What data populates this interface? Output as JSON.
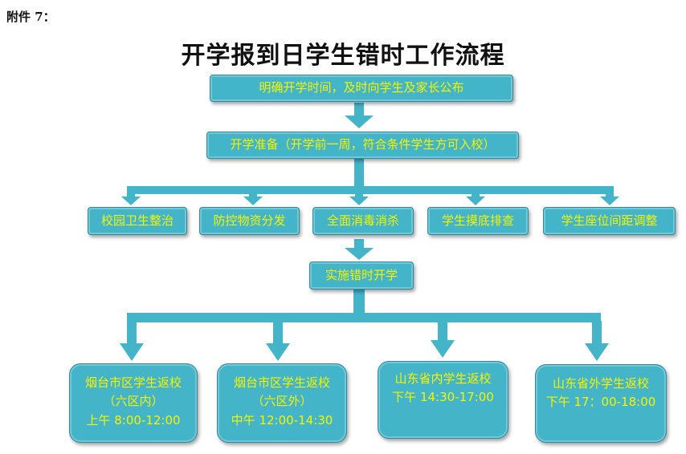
{
  "attachment_label": "附件 7：",
  "title": "开学报到日学生错时工作流程",
  "step1": "明确开学时间，及时向学生及家长公布",
  "step2": "开学准备（开学前一周，符合条件学生方可入校）",
  "prep_tasks": [
    "校园卫生整治",
    "防控物资分发",
    "全面消毒消杀",
    "学生摸底排查",
    "学生座位间距调整"
  ],
  "step3": "实施错时开学",
  "returns": [
    {
      "line1": "烟台市区学生返校",
      "line2": "（六区内）",
      "line3": "上午 8:00-12:00"
    },
    {
      "line1": "烟台市区学生返校",
      "line2": "（六区外）",
      "line3": "中午 12:00-14:30"
    },
    {
      "line1": "山东省内学生返校",
      "line2": "下午 14:30-17:00",
      "line3": ""
    },
    {
      "line1": "山东省外学生返校",
      "line2": "下午 17：00-18:00",
      "line3": ""
    }
  ],
  "colors": {
    "box_fill": "#44b4c8",
    "box_text": "#f4f400",
    "connector": "#44b4c8"
  }
}
